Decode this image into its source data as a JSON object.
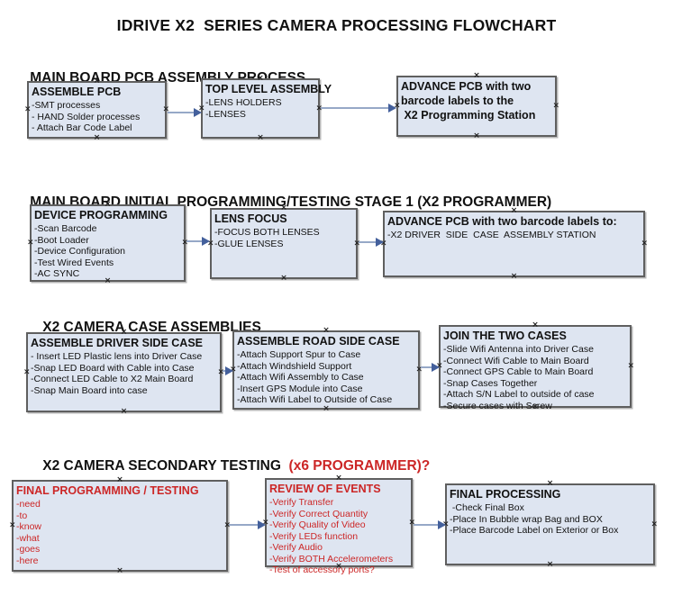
{
  "title": "IDRIVE X2  SERIES CAMERA PROCESSING FLOWCHART",
  "colors": {
    "box_fill": "#dee5f1",
    "box_border": "#5f5f5f",
    "red_accent": "#cc2626",
    "arrow_line": "#96a8c7",
    "arrow_head": "#44609c",
    "text": "#111111"
  },
  "icons": {
    "connection_point_glyph": "×"
  },
  "sections": [
    {
      "header": "MAIN BOARD PCB ASSEMBLY PROCESS",
      "header_suffix": "",
      "boxes": [
        {
          "title": "ASSEMBLE PCB",
          "items": [
            "-SMT processes",
            "- HAND Solder processes",
            "- Attach Bar Code Label"
          ]
        },
        {
          "title": "TOP LEVEL ASSEMBLY",
          "items": [
            "-LENS HOLDERS",
            "-LENSES"
          ]
        },
        {
          "title": "ADVANCE PCB with two\nbarcode labels to the\n X2 Programming Station",
          "items": []
        }
      ]
    },
    {
      "header": "MAIN BOARD INITIAL PROGRAMMING/TESTING STAGE 1 (X2 PROGRAMMER)",
      "header_suffix": "",
      "boxes": [
        {
          "title": "DEVICE PROGRAMMING",
          "items": [
            "-Scan Barcode",
            "-Boot Loader",
            "-Device Configuration",
            "-Test Wired Events",
            "-AC SYNC"
          ]
        },
        {
          "title": "LENS FOCUS",
          "items": [
            "-FOCUS BOTH LENSES",
            "-GLUE LENSES"
          ]
        },
        {
          "title": "ADVANCE PCB with two barcode labels to:",
          "items": [
            "-X2 DRIVER  SIDE  CASE  ASSEMBLY STATION"
          ]
        }
      ]
    },
    {
      "header": "X2 CAMERA CASE ASSEMBLIES",
      "header_suffix": "",
      "boxes": [
        {
          "title": "ASSEMBLE DRIVER SIDE CASE",
          "items": [
            "- Insert LED Plastic lens into Driver Case",
            "-Snap LED Board with Cable into Case",
            "-Connect LED Cable to X2 Main Board",
            "-Snap Main Board into case"
          ]
        },
        {
          "title": "ASSEMBLE ROAD SIDE CASE",
          "items": [
            "-Attach Support Spur to Case",
            "-Attach Windshield Support",
            "-Attach Wifi Assembly to Case",
            "-Insert GPS Module into Case",
            "-Attach Wifi Label to Outside of Case"
          ]
        },
        {
          "title": "JOIN THE TWO CASES",
          "items": [
            "-Slide Wifi Antenna into Driver Case",
            "-Connect Wifi Cable to Main Board",
            "-Connect GPS Cable to Main Board",
            "-Snap Cases Together",
            "-Attach S/N Label to outside of case",
            "-Secure cases with Screw"
          ]
        }
      ]
    },
    {
      "header": "X2 CAMERA SECONDARY TESTING ",
      "header_suffix": " (x6 PROGRAMMER)?",
      "boxes": [
        {
          "title": "FINAL PROGRAMMING / TESTING",
          "items": [
            "-need",
            "-to",
            "-know",
            "-what",
            "-goes",
            "-here"
          ]
        },
        {
          "title": "REVIEW OF EVENTS",
          "items": [
            "-Verify Transfer",
            "-Verify Correct Quantity",
            "-Verify Quality of Video",
            "-Verify LEDs function",
            "-Verify Audio",
            "-Verify BOTH Accelerometers",
            "-Test of accessory ports?"
          ]
        },
        {
          "title": "FINAL PROCESSING",
          "items": [
            " -Check Final Box",
            "-Place In Bubble wrap Bag and BOX",
            "-Place Barcode Label on Exterior or Box"
          ]
        }
      ]
    }
  ]
}
